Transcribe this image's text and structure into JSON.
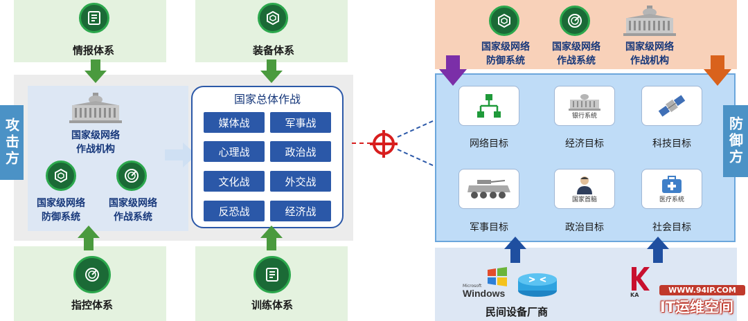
{
  "attacker": {
    "side_label": "攻击方",
    "intel_system": "情报体系",
    "equipment_system": "装备体系",
    "command_system": "指控体系",
    "training_system": "训练体系",
    "national_org": "国家级网络\n作战机构",
    "defense_system": "国家级网络\n防御系统",
    "combat_system": "国家级网络\n作战系统",
    "overall_title": "国家总体作战",
    "warfare": [
      "媒体战",
      "军事战",
      "心理战",
      "政治战",
      "文化战",
      "外交战",
      "反恐战",
      "经济战"
    ]
  },
  "defender": {
    "side_label": "防御方",
    "top_items": [
      "国家级网络\n防御系统",
      "国家级网络\n作战系统",
      "国家级网络\n作战机构"
    ],
    "targets": [
      {
        "label": "网络目标",
        "icon": "network-topology-icon",
        "inner_text": ""
      },
      {
        "label": "经济目标",
        "icon": "bank-icon",
        "inner_text": "银行系统"
      },
      {
        "label": "科技目标",
        "icon": "satellite-icon",
        "inner_text": ""
      },
      {
        "label": "军事目标",
        "icon": "armored-vehicle-icon",
        "inner_text": ""
      },
      {
        "label": "政治目标",
        "icon": "person-icon",
        "inner_text": "国家首脑"
      },
      {
        "label": "社会目标",
        "icon": "medical-kit-icon",
        "inner_text": "医疗系统"
      }
    ],
    "vendors_label": "民间设备厂商",
    "windows_small": "Microsoft",
    "windows_text": "Windows",
    "kaspersky_text": "KA"
  },
  "watermark": {
    "url": "WWW.94IP.COM",
    "brand": "IT运维空间"
  },
  "colors": {
    "green_light": "#e4f2df",
    "green_dark": "#1b6a36",
    "blue_panel": "#bfdcf7",
    "peach": "#f8d1b9",
    "warfare_blue": "#2b58a8",
    "target_red": "#d81e1e",
    "text_blue": "#16377a"
  }
}
